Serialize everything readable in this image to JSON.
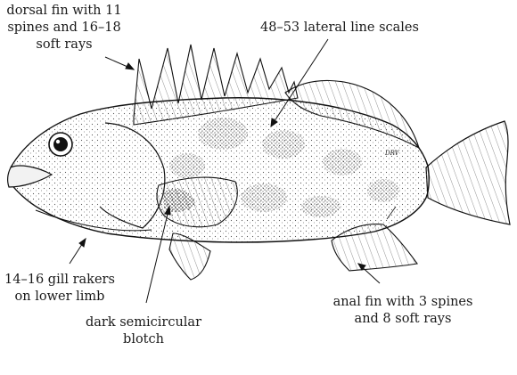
{
  "labels": {
    "dorsal_fin": "dorsal fin with 11\nspines and 16–18\nsoft rays",
    "lateral_line": "48–53 lateral line scales",
    "gill_rakers": "14–16 gill rakers\non lower limb",
    "blotch": "dark semicircular\nblotch",
    "anal_fin": "anal fin with 3 spines\nand 8 soft rays"
  },
  "signature": "DRV"
}
